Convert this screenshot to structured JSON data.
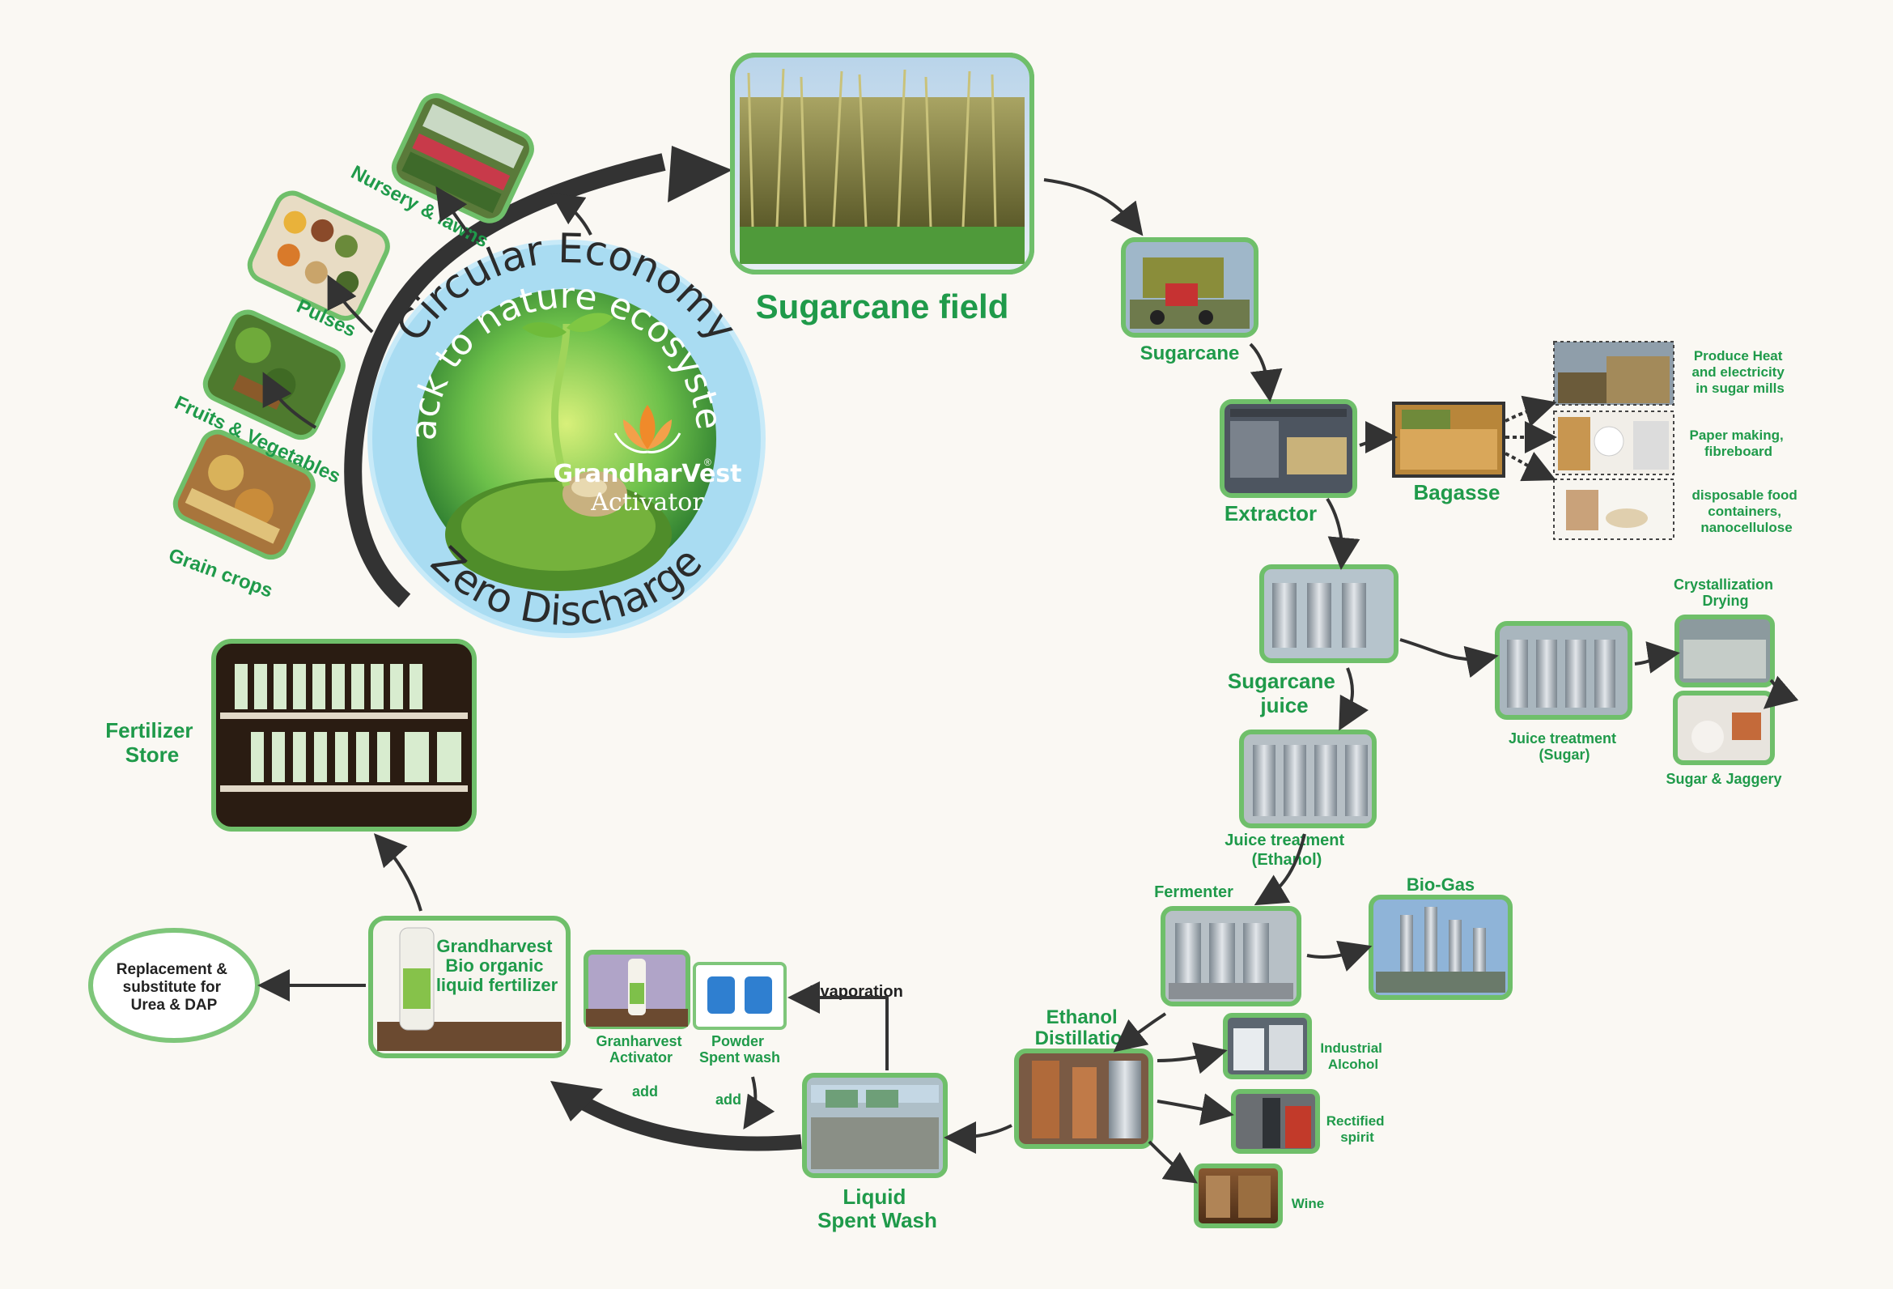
{
  "center": {
    "title": "Circular Economy",
    "subtitle": "Back to nature ecosystem",
    "bottom": "Zero Discharge",
    "brand": "GrandharVest",
    "brand_reg": "®",
    "brand_sub": "Activator"
  },
  "nodes": {
    "sugarcane_field": "Sugarcane field",
    "sugarcane": "Sugarcane",
    "extractor": "Extractor",
    "bagasse": "Bagasse",
    "bagasse_uses": [
      [
        "Produce Heat",
        "and electricity",
        "in sugar mills"
      ],
      [
        "Paper making,",
        "fibreboard"
      ],
      [
        "disposable food",
        "containers,",
        "nanocellulose"
      ]
    ],
    "sugarcane_juice": [
      "Sugarcane",
      "juice"
    ],
    "juice_sugar": [
      "Juice treatment",
      "(Sugar)"
    ],
    "crystallization": [
      "Crystallization",
      "Drying"
    ],
    "sugar_jaggery": "Sugar & Jaggery",
    "juice_ethanol": [
      "Juice treatment",
      "(Ethanol)"
    ],
    "fermenter": "Fermenter",
    "biogas": "Bio-Gas",
    "ethanol_distillation": [
      "Ethanol",
      "Distillation"
    ],
    "industrial_alcohol": [
      "Industrial",
      "Alcohol"
    ],
    "rectified_spirit": [
      "Rectified",
      "spirit"
    ],
    "wine": "Wine",
    "liquid_spent_wash": [
      "Liquid",
      "Spent Wash"
    ],
    "evaporation": "Evaporation",
    "powder_spent_wash": [
      "Powder",
      "Spent wash"
    ],
    "granharvest_activator": [
      "Granharvest",
      "Activator"
    ],
    "add_1": "add",
    "add_2": "add",
    "bio_fertilizer": [
      "Grandharvest",
      "Bio organic",
      "liquid fertilizer"
    ],
    "replacement": [
      "Replacement &",
      "substitute for",
      "Urea & DAP"
    ],
    "fertilizer_store": [
      "Fertilizer",
      "Store"
    ],
    "grain_crops": "Grain crops",
    "fruits_vegetables": "Fruits & Vegetables",
    "pulses": "Pulses",
    "nursery": "Nursery & lawns"
  },
  "colors": {
    "label_green": "#1f9a4a",
    "frame_green": "#6fbf6a",
    "ring_blue": "#a9dcf2",
    "arrow_dark": "#333333"
  }
}
